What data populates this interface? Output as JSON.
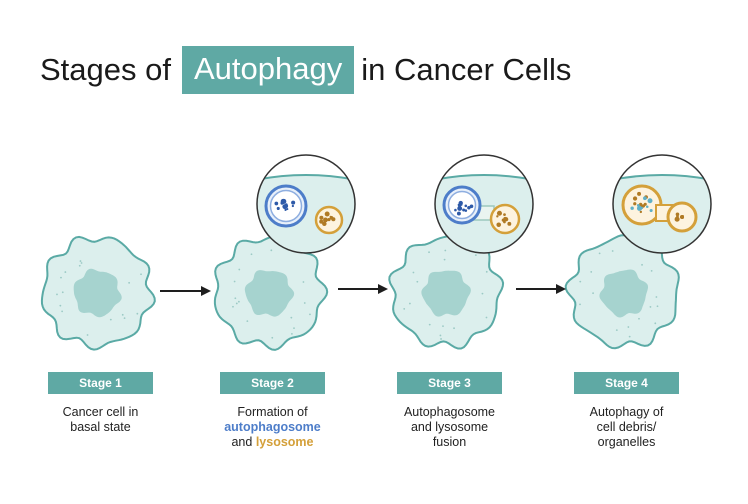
{
  "title": {
    "before": "Stages of",
    "highlight": "Autophagy",
    "after": "in Cancer Cells"
  },
  "colors": {
    "teal": "#5fa9a4",
    "cell_fill": "#dcefed",
    "cell_stroke": "#5aaaa5",
    "nucleus": "#a6d3cf",
    "autophagosome": "#4d7dc9",
    "lysosome": "#d4a03a"
  },
  "stages": [
    {
      "label": "Stage 1",
      "desc_lines": [
        "Cancer cell in",
        "basal state"
      ]
    },
    {
      "label": "Stage 2",
      "desc_line1": "Formation of",
      "desc_blue": "autophagosome",
      "desc_and": "and",
      "desc_gold": "lysosome"
    },
    {
      "label": "Stage 3",
      "desc_lines": [
        "Autophagosome",
        "and lysosome",
        "fusion"
      ]
    },
    {
      "label": "Stage 4",
      "desc_lines": [
        "Autophagy of",
        "cell debris/",
        "organelles"
      ]
    }
  ]
}
